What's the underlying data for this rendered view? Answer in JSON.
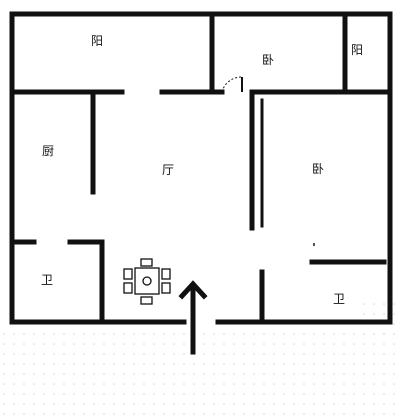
{
  "floor_plan": {
    "rooms": {
      "balcony_top_left": "阳",
      "bedroom_top": "卧",
      "balcony_top_right": "阳",
      "kitchen": "厨",
      "living_room": "厅",
      "bedroom_right": "卧",
      "bathroom_left": "卫",
      "bathroom_right": "卫"
    },
    "colors": {
      "wall": "#111111",
      "background": "#ffffff",
      "grid_dot": "#d6d6d6"
    }
  }
}
